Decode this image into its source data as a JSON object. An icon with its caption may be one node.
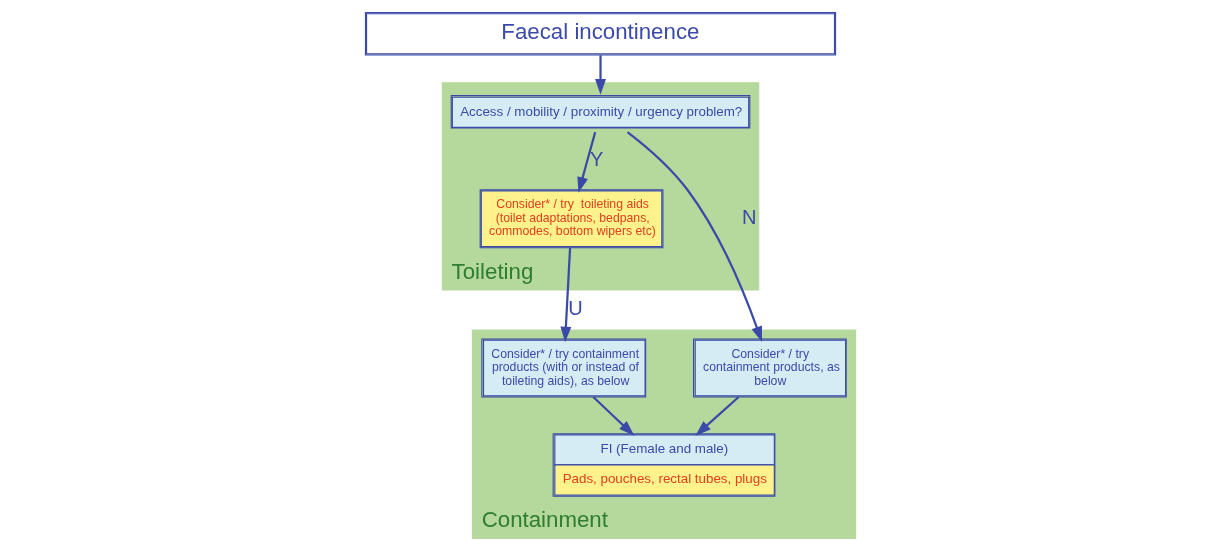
{
  "diagram": {
    "nodes": [
      {
        "text": [
          "Faecal incontinence"
        ]
      },
      {
        "text": [
          "Toileting"
        ]
      },
      {
        "text": [
          "Access / mobility / proximity / urgency problem?"
        ],
        "in": 1
      },
      {
        "text": [
          "Consider* / try  toileting aids (toilet adaptations, bedpans, commodes, bottom wipers etc)"
        ],
        "in": 1
      },
      {
        "text": [
          "Containment"
        ]
      },
      {
        "text": [
          "Consider* / try containment products (with or instead of toileting aids), as below"
        ],
        "in": 4
      },
      {
        "text": [
          "Consider* / try containment products, as below"
        ],
        "in": 4
      },
      {
        "text": [
          "FI (Female and male)",
          "Pads, pouches, rectal tubes, plugs"
        ],
        "in": 4
      }
    ],
    "edges": [
      {
        "from": 0,
        "to": 2,
        "arrow": "to"
      },
      {
        "from": 2,
        "to": 3,
        "label": "Y",
        "arrow": "to"
      },
      {
        "from": 2,
        "to": 6,
        "label": "N",
        "arrow": "to"
      },
      {
        "from": 3,
        "to": 5,
        "label": "U",
        "arrow": "to"
      },
      {
        "from": 5,
        "to": 7,
        "arrow": "to"
      },
      {
        "from": 6,
        "to": 7,
        "arrow": "to"
      }
    ]
  }
}
